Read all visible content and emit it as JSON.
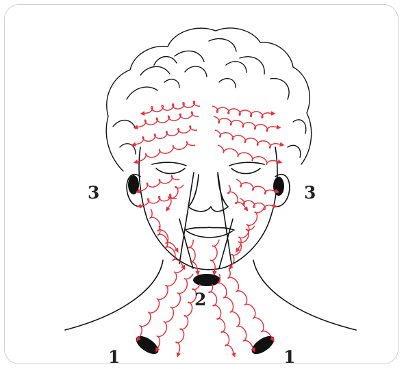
{
  "labels": {
    "left_side_gland": "3",
    "right_side_gland": "3",
    "chin_gland": "2",
    "left_collarbone_gland": "1",
    "right_collarbone_gland": "1"
  },
  "colors": {
    "arrow": "#e8323c",
    "outline": "#111111",
    "node": "#111111",
    "border": "#cfcfcf"
  },
  "icons": {
    "figure": "face-lymphatic-drainage-diagram",
    "arrow": "red-spiral-arrow",
    "node": "lymph-node-ellipse"
  }
}
